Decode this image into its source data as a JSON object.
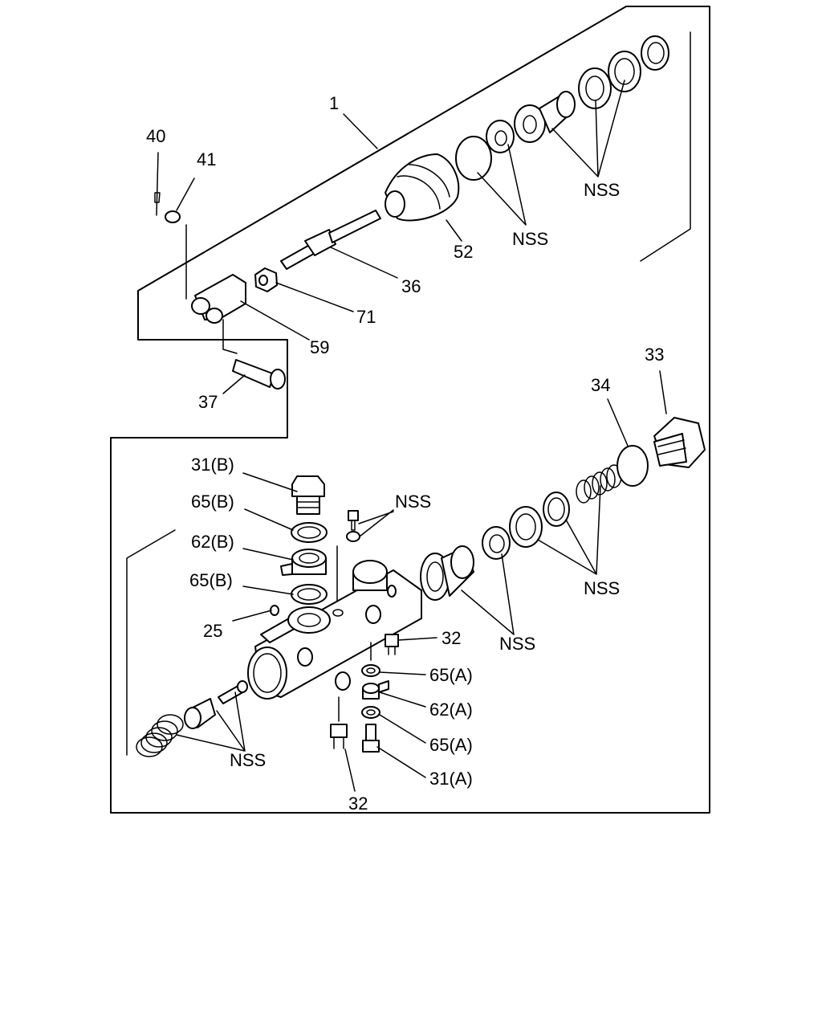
{
  "labels": {
    "p1": "1",
    "p40": "40",
    "p41": "41",
    "p52": "52",
    "p36": "36",
    "p71": "71",
    "p59": "59",
    "p37": "37",
    "nss_top_a": "NSS",
    "nss_top_b": "NSS",
    "p33": "33",
    "p34": "34",
    "p31b": "31(B)",
    "p65b_1": "65(B)",
    "p62b": "62(B)",
    "p65b_2": "65(B)",
    "nss_bolt": "NSS",
    "p25": "25",
    "nss_mid_right": "NSS",
    "nss_mid": "NSS",
    "p32_right": "32",
    "p65a_1": "65(A)",
    "p62a": "62(A)",
    "p65a_2": "65(A)",
    "p31a": "31(A)",
    "nss_bottom_left": "NSS",
    "p32_bottom": "32"
  }
}
